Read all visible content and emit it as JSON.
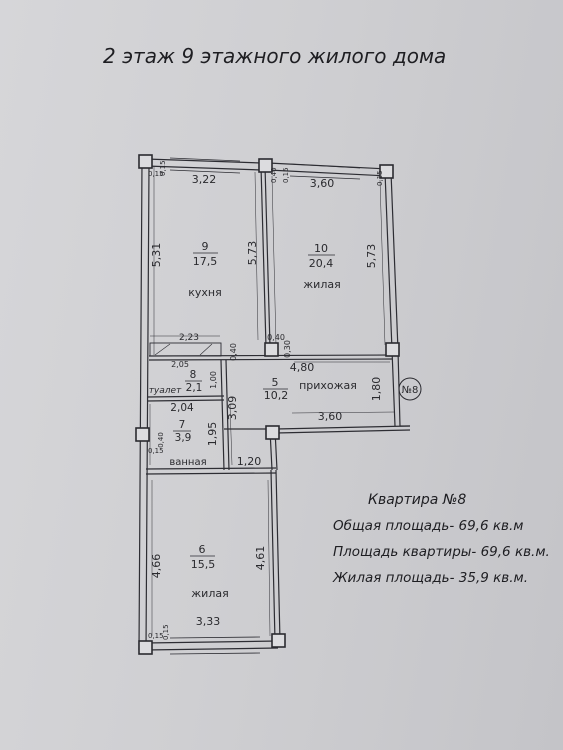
{
  "heading": "2 этаж 9 этажного жилого дома",
  "apartment": {
    "title": "Квартира №8",
    "total_area": "Общая площадь- 69,6 кв.м",
    "apartment_area": "Площадь квартиры- 69,6 кв.м.",
    "living_area": "Жилая площадь- 35,9 кв.м."
  },
  "plan": {
    "apartment_marker": "№8",
    "rooms": {
      "r9": {
        "number": "9",
        "area": "17,5",
        "name": "кухня"
      },
      "r10": {
        "number": "10",
        "area": "20,4",
        "name": "жилая"
      },
      "r8": {
        "number": "8",
        "area": "2,1",
        "name": "туалет"
      },
      "r7": {
        "number": "7",
        "area": "3,9",
        "name": "ванная"
      },
      "r5": {
        "number": "5",
        "area": "10,2",
        "name": "прихожая"
      },
      "r6": {
        "number": "6",
        "area": "15,5",
        "name": "жилая"
      }
    },
    "dimensions": {
      "d322": "3,22",
      "d360top": "3,60",
      "d531": "5,31",
      "d573a": "5,73",
      "d573b": "5,73",
      "d223": "2,23",
      "d205": "2,05",
      "d040a": "0,40",
      "d040b": "0,40",
      "d030": "0,30",
      "d480": "4,80",
      "d180": "1,80",
      "d100": "1,00",
      "d204": "2,04",
      "d309": "3,09",
      "d360mid": "3,60",
      "d195": "1,95",
      "d040c": "0,40",
      "d015a": "0,15",
      "d120": "1,20",
      "d466": "4,66",
      "d461": "4,61",
      "d333": "3,33",
      "d015b": "0,15",
      "d015c": "0,15",
      "d040d": "0,40",
      "d015d": "0,15",
      "d015e": "0,15",
      "d015f": "0,15",
      "d015g": "0,15"
    }
  }
}
